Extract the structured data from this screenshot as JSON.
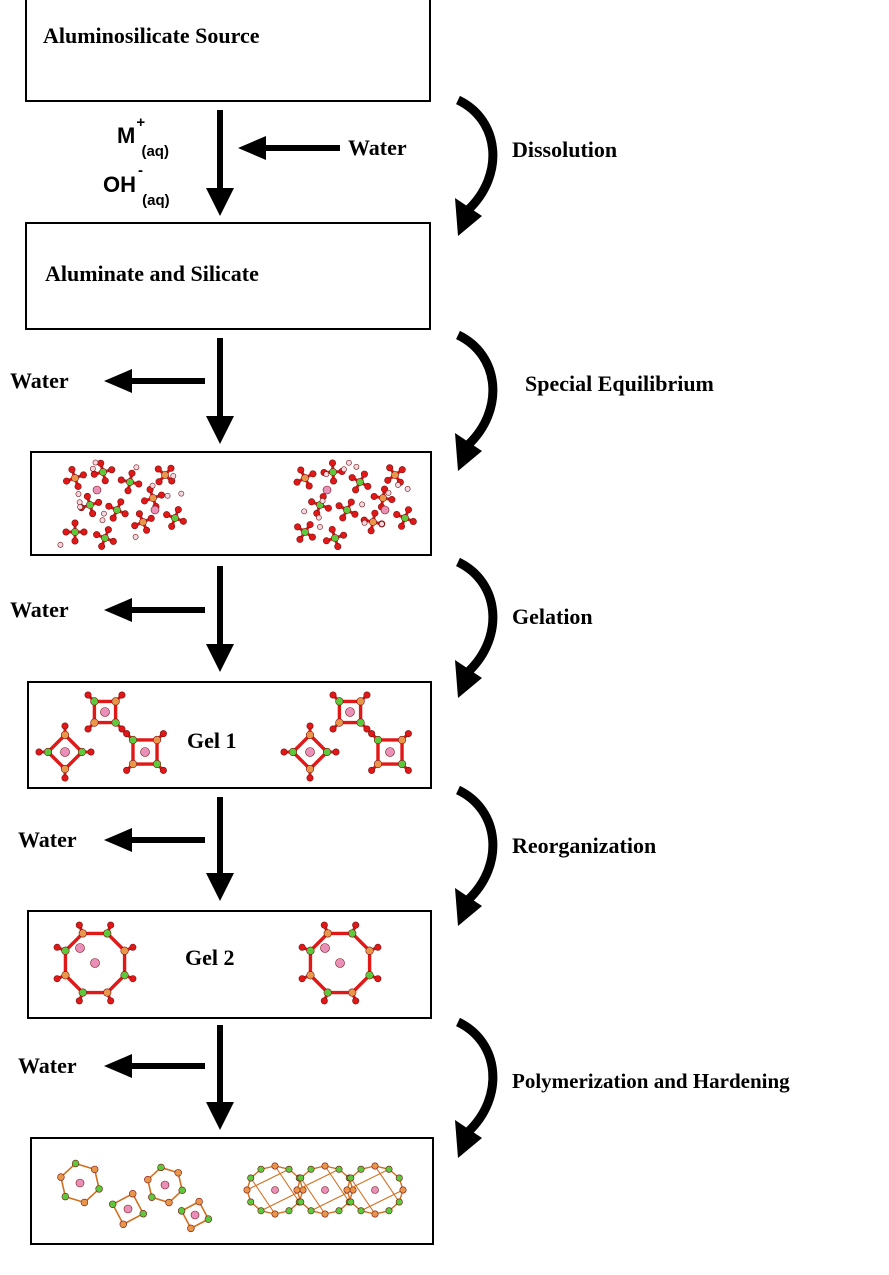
{
  "boxes": {
    "source": "Aluminosilicate Source",
    "aluminate": "Aluminate and Silicate",
    "gel1": "Gel 1",
    "gel2": "Gel 2"
  },
  "reagents": {
    "cation_base": "M",
    "cation_sup": "+",
    "cation_sub": "(aq)",
    "hydroxide_base": "OH",
    "hydroxide_sup": "-",
    "hydroxide_sub": "(aq)"
  },
  "water_labels": [
    "Water",
    "Water",
    "Water",
    "Water",
    "Water"
  ],
  "stages": [
    "Dissolution",
    "Special Equilibrium",
    "Gelation",
    "Reorganization",
    "Polymerization and Hardening"
  ],
  "colors": {
    "oxygen": "#e01818",
    "silicon": "#5cc83c",
    "aluminum": "#e8964a",
    "cation": "#e890b8",
    "hydrogen": "#f2d8e0",
    "framework_bond": "#d07020"
  }
}
